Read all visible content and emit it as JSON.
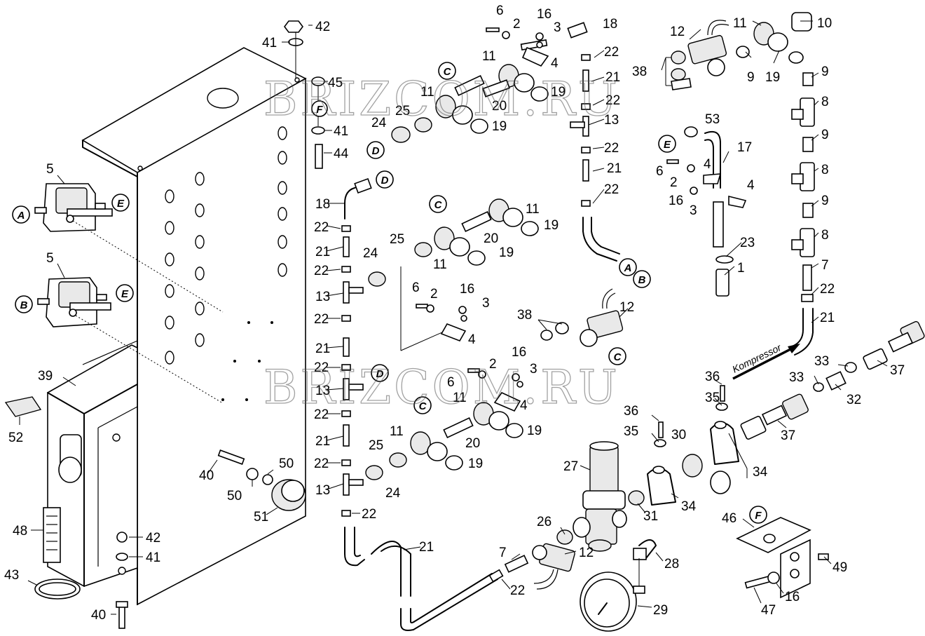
{
  "watermark": "BRIZCOM.RU",
  "flow_label": "Kompressor",
  "connection_labels": [
    "A",
    "E",
    "B",
    "E",
    "C",
    "D",
    "D",
    "C",
    "D",
    "C",
    "C",
    "E",
    "A",
    "B",
    "F",
    "F"
  ],
  "part_labels": [
    "42",
    "41",
    "45",
    "41",
    "44",
    "5",
    "5",
    "39",
    "52",
    "48",
    "43",
    "40",
    "42",
    "41",
    "40",
    "50",
    "50",
    "51",
    "6",
    "2",
    "16",
    "3",
    "18",
    "4",
    "11",
    "22",
    "21",
    "22",
    "13",
    "22",
    "21",
    "22",
    "19",
    "11",
    "20",
    "25",
    "24",
    "19",
    "12",
    "11",
    "10",
    "38",
    "9",
    "19",
    "9",
    "8",
    "53",
    "17",
    "9",
    "8",
    "6",
    "4",
    "2",
    "4",
    "16",
    "3",
    "9",
    "8",
    "23",
    "1",
    "7",
    "22",
    "21",
    "18",
    "22",
    "21",
    "22",
    "13",
    "22",
    "21",
    "22",
    "13",
    "22",
    "21",
    "22",
    "13",
    "22",
    "11",
    "19",
    "25",
    "20",
    "24",
    "11",
    "19",
    "6",
    "2",
    "16",
    "3",
    "4",
    "38",
    "12",
    "16",
    "3",
    "2",
    "6",
    "11",
    "4",
    "20",
    "19",
    "11",
    "25",
    "19",
    "24",
    "36",
    "35",
    "33",
    "33",
    "37",
    "32",
    "36",
    "35",
    "30",
    "34",
    "37",
    "27",
    "34",
    "31",
    "26",
    "12",
    "7",
    "22",
    "21",
    "28",
    "29",
    "46",
    "49",
    "16",
    "47"
  ]
}
